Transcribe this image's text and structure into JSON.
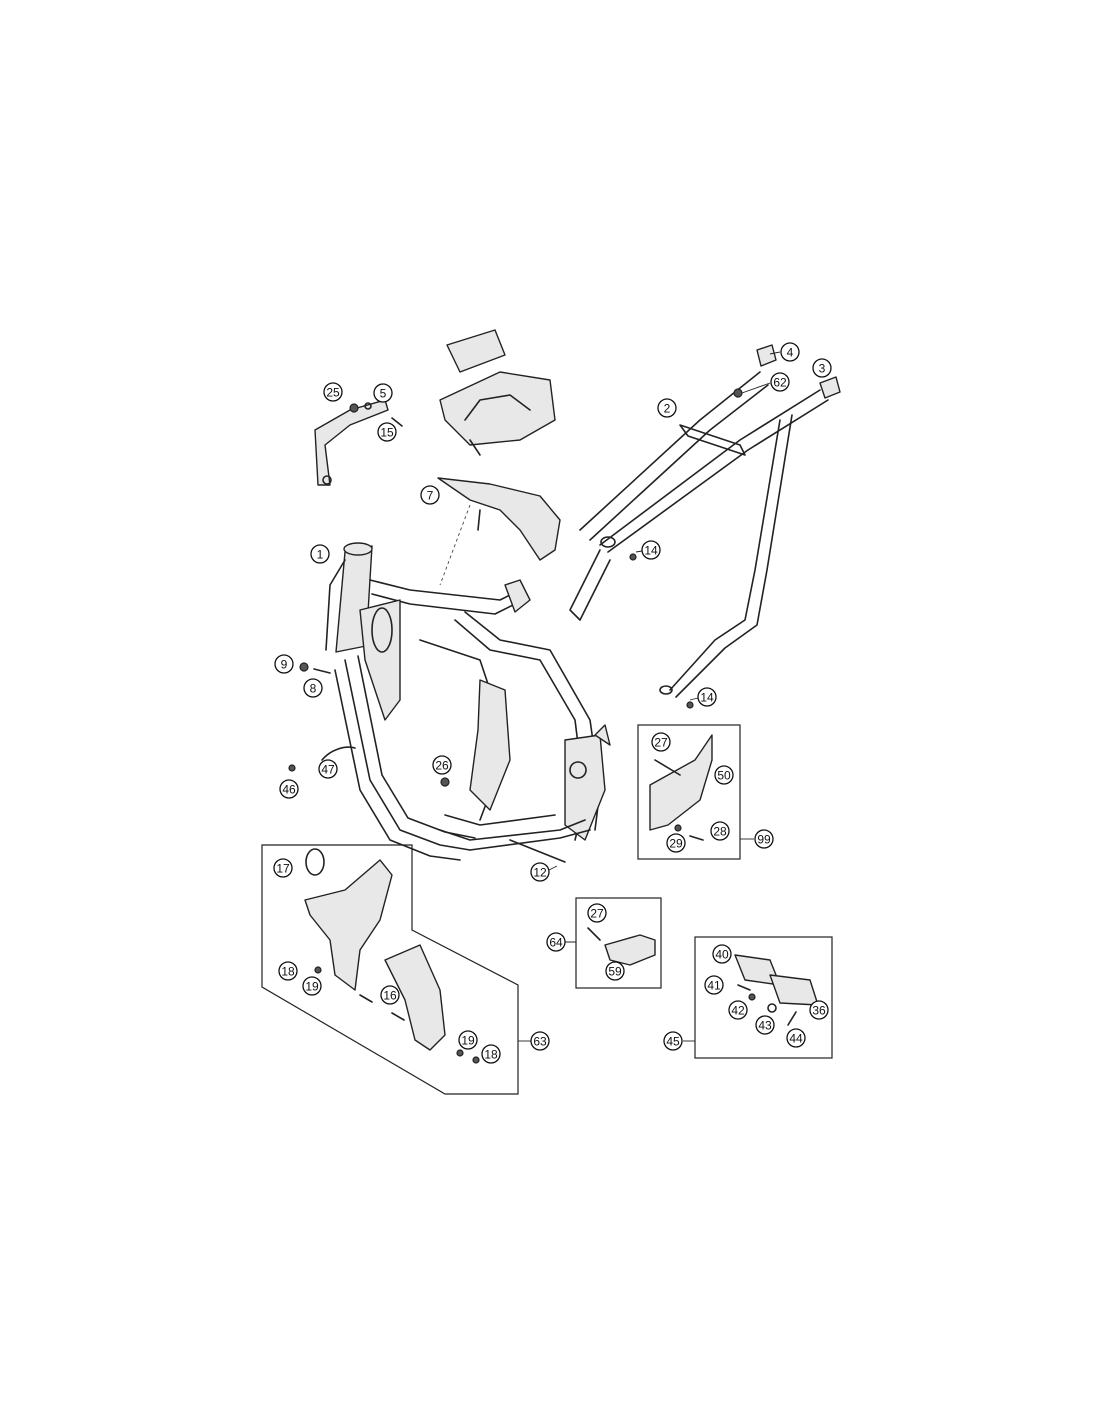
{
  "callouts": [
    {
      "id": "c1",
      "label": "1"
    },
    {
      "id": "c2",
      "label": "2"
    },
    {
      "id": "c3",
      "label": "3"
    },
    {
      "id": "c4",
      "label": "4"
    },
    {
      "id": "c5",
      "label": "5"
    },
    {
      "id": "c7",
      "label": "7"
    },
    {
      "id": "c8",
      "label": "8"
    },
    {
      "id": "c9",
      "label": "9"
    },
    {
      "id": "c12",
      "label": "12"
    },
    {
      "id": "c14a",
      "label": "14"
    },
    {
      "id": "c14b",
      "label": "14"
    },
    {
      "id": "c15",
      "label": "15"
    },
    {
      "id": "c16",
      "label": "16"
    },
    {
      "id": "c17",
      "label": "17"
    },
    {
      "id": "c18a",
      "label": "18"
    },
    {
      "id": "c18b",
      "label": "18"
    },
    {
      "id": "c19a",
      "label": "19"
    },
    {
      "id": "c19b",
      "label": "19"
    },
    {
      "id": "c25",
      "label": "25"
    },
    {
      "id": "c26",
      "label": "26"
    },
    {
      "id": "c27a",
      "label": "27"
    },
    {
      "id": "c27b",
      "label": "27"
    },
    {
      "id": "c28",
      "label": "28"
    },
    {
      "id": "c29",
      "label": "29"
    },
    {
      "id": "c36",
      "label": "36"
    },
    {
      "id": "c40",
      "label": "40"
    },
    {
      "id": "c41",
      "label": "41"
    },
    {
      "id": "c42",
      "label": "42"
    },
    {
      "id": "c43",
      "label": "43"
    },
    {
      "id": "c44",
      "label": "44"
    },
    {
      "id": "c45",
      "label": "45"
    },
    {
      "id": "c46",
      "label": "46"
    },
    {
      "id": "c47",
      "label": "47"
    },
    {
      "id": "c50",
      "label": "50"
    },
    {
      "id": "c59",
      "label": "59"
    },
    {
      "id": "c62",
      "label": "62"
    },
    {
      "id": "c63",
      "label": "63"
    },
    {
      "id": "c64",
      "label": "64"
    },
    {
      "id": "c99",
      "label": "99"
    }
  ]
}
